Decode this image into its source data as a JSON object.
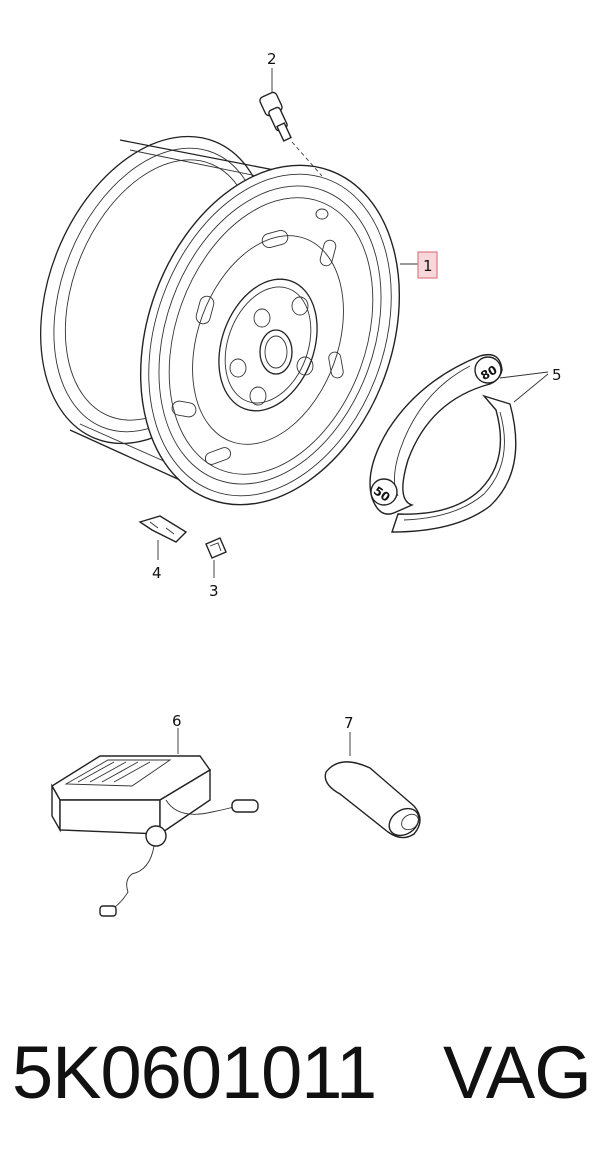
{
  "callouts": {
    "c1": "1",
    "c2": "2",
    "c3": "3",
    "c4": "4",
    "c5": "5",
    "c6": "6",
    "c7": "7"
  },
  "gauge_labels": {
    "top": "80",
    "bottom": "50"
  },
  "footer": {
    "part_number": "5K0601011",
    "brand": "VAG"
  },
  "colors": {
    "highlight_fill": "#f8d7da",
    "highlight_stroke": "#e07a85",
    "ink": "#222222"
  }
}
